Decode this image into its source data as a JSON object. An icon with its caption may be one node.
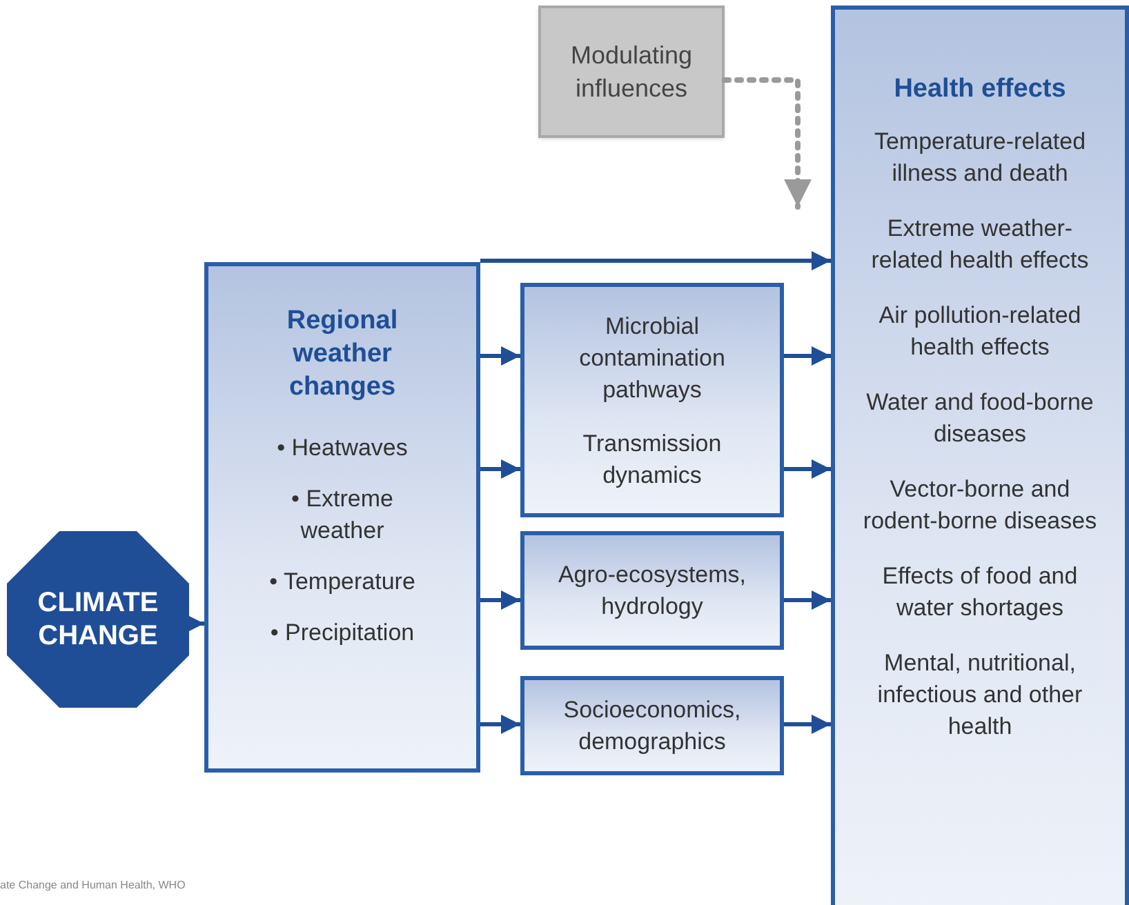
{
  "diagram": {
    "nodes": [
      {
        "text": [
          "Modulating influences"
        ]
      },
      {
        "text": [
          "Health effects",
          "Temperature-related illness and death",
          "Extreme weather-related health effects",
          "Air pollution-related health effects",
          "Water and food-borne diseases",
          "Vector-borne and rodent-borne diseases",
          "Effects of food and water shortages",
          "Mental, nutritional, infectious and other health"
        ]
      },
      {
        "text": [
          "CLIMATE CHANGE"
        ]
      },
      {
        "text": [
          "Regional weather changes",
          "• Heatwaves",
          "• Extreme weather",
          "• Temperature",
          "• Precipitation"
        ]
      },
      {
        "text": [
          "Microbial contamination pathways",
          "Transmission dynamics"
        ]
      },
      {
        "text": [
          "Agro-ecosystems, hydrology"
        ]
      },
      {
        "text": [
          "Socioeconomics, demographics"
        ]
      }
    ],
    "edges": [
      {
        "from": 0,
        "to": 1,
        "arrow": "to",
        "style": "dashed",
        "color": "#9a9a9a"
      },
      {
        "from": 2,
        "to": 3,
        "arrow": "to"
      },
      {
        "from": 3,
        "to": 1,
        "arrow": "to"
      },
      {
        "from": 3,
        "to": 4,
        "arrow": "to"
      },
      {
        "from": 3,
        "to": 4,
        "arrow": "to"
      },
      {
        "from": 3,
        "to": 5,
        "arrow": "to"
      },
      {
        "from": 3,
        "to": 6,
        "arrow": "to"
      },
      {
        "from": 4,
        "to": 1,
        "arrow": "to"
      },
      {
        "from": 4,
        "to": 1,
        "arrow": "to"
      },
      {
        "from": 5,
        "to": 1,
        "arrow": "to"
      },
      {
        "from": 6,
        "to": 1,
        "arrow": "to"
      }
    ],
    "labels": [
      "ate Change and Human Health, WHO"
    ]
  }
}
